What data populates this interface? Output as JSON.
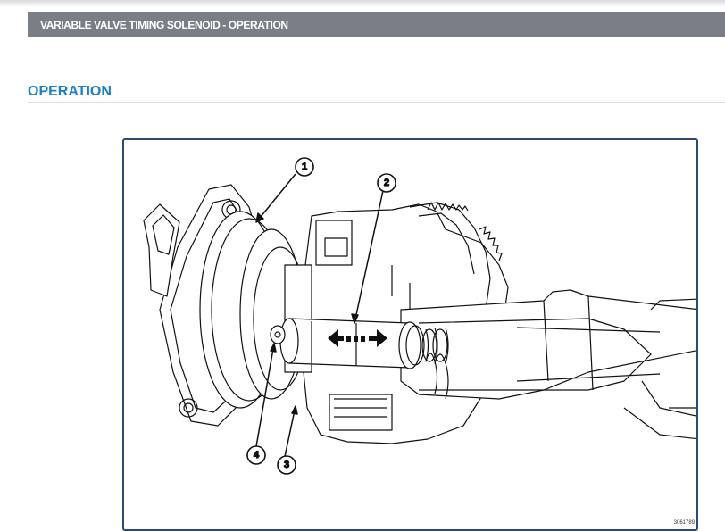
{
  "header": {
    "title": "VARIABLE VALVE TIMING SOLENOID - OPERATION"
  },
  "section": {
    "title": "OPERATION"
  },
  "figure": {
    "callouts": [
      "1",
      "2",
      "3",
      "4"
    ],
    "figure_id": "3061789"
  }
}
